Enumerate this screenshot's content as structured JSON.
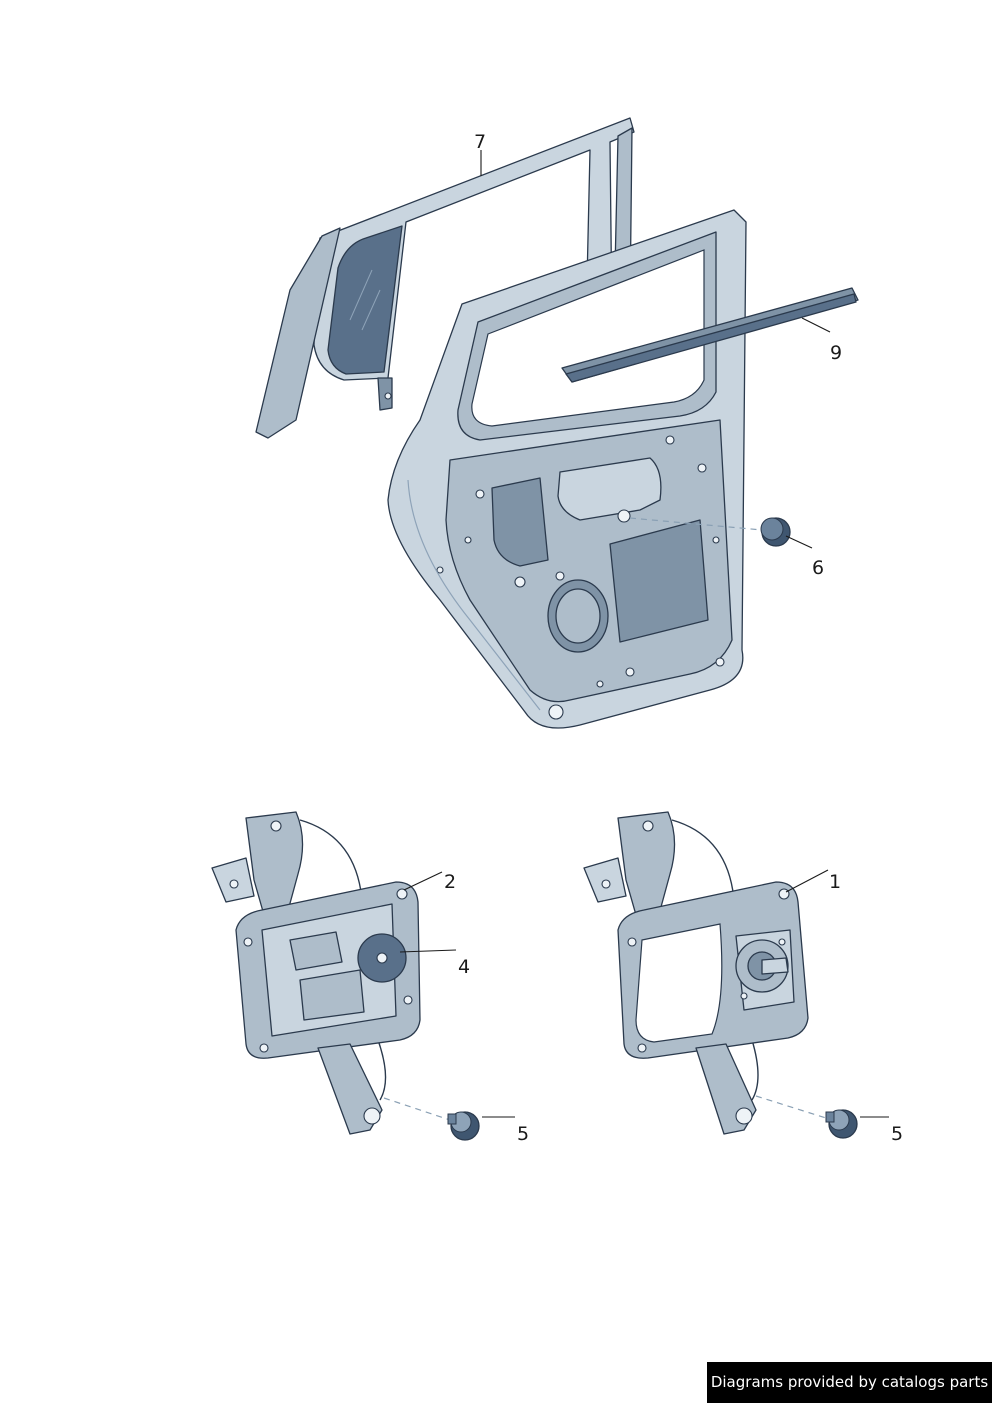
{
  "callouts": {
    "frame": "7",
    "seal_strip": "9",
    "plug": "6",
    "window_regulator_with_motor": "2",
    "motor": "4",
    "bolt_left": "5",
    "window_regulator": "1",
    "bolt_right": "5"
  },
  "footer": {
    "credit": "Diagrams provided by catalogs parts"
  },
  "colors": {
    "steel": "#aebdca",
    "glass": "#59708a",
    "outline": "#2b3a4d",
    "credit_background": "#000000"
  }
}
